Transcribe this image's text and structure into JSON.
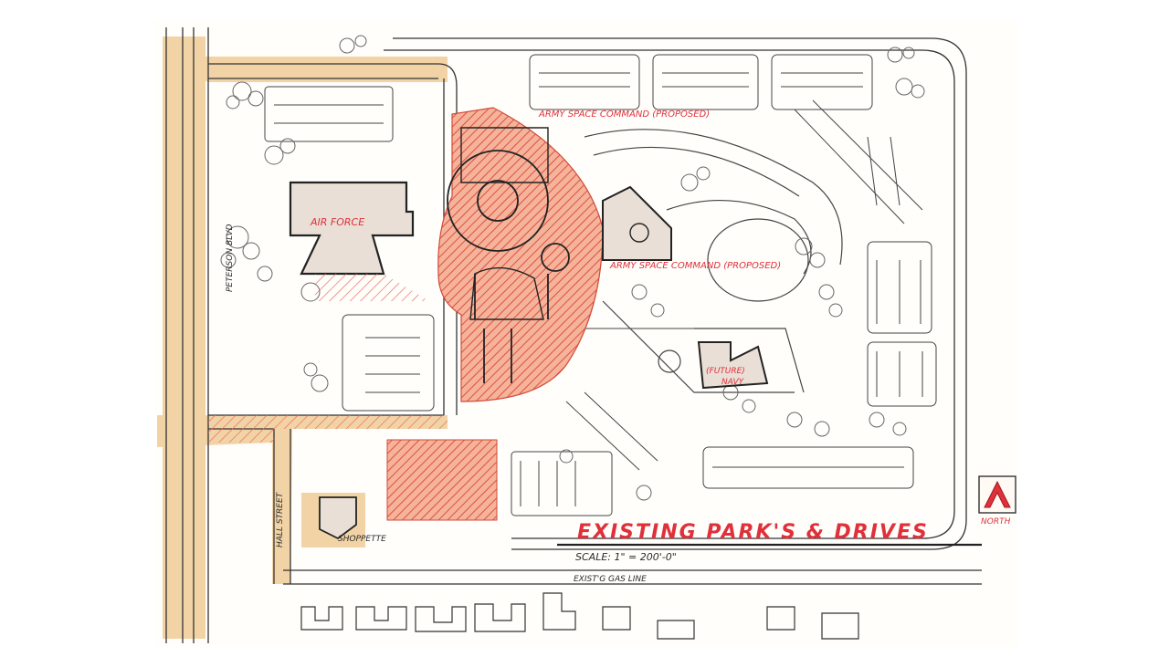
{
  "plan": {
    "title": "EXISTING PARK'S & DRIVES",
    "scale": "SCALE: 1\" = 200'-0\"",
    "north_label": "NORTH"
  },
  "streets": {
    "peterson_blvd": "PETERSON BLVD",
    "hall_street": "HALL STREET",
    "gas_line": "EXIST'G GAS LINE"
  },
  "buildings": {
    "air_force": "AIR FORCE",
    "army_space_command_top": "ARMY SPACE COMMAND (PROPOSED)",
    "army_space_command": "ARMY SPACE COMMAND (PROPOSED)",
    "future_navy_1": "(FUTURE)",
    "future_navy_2": "NAVY",
    "shoppette": "SHOPPETTE"
  },
  "colors": {
    "road_tan": "#f2d3a6",
    "hatch_red": "#e85a4a",
    "label_red": "#e0303a",
    "ink": "#2b2b2b",
    "building_fill": "#e9dfd6"
  }
}
